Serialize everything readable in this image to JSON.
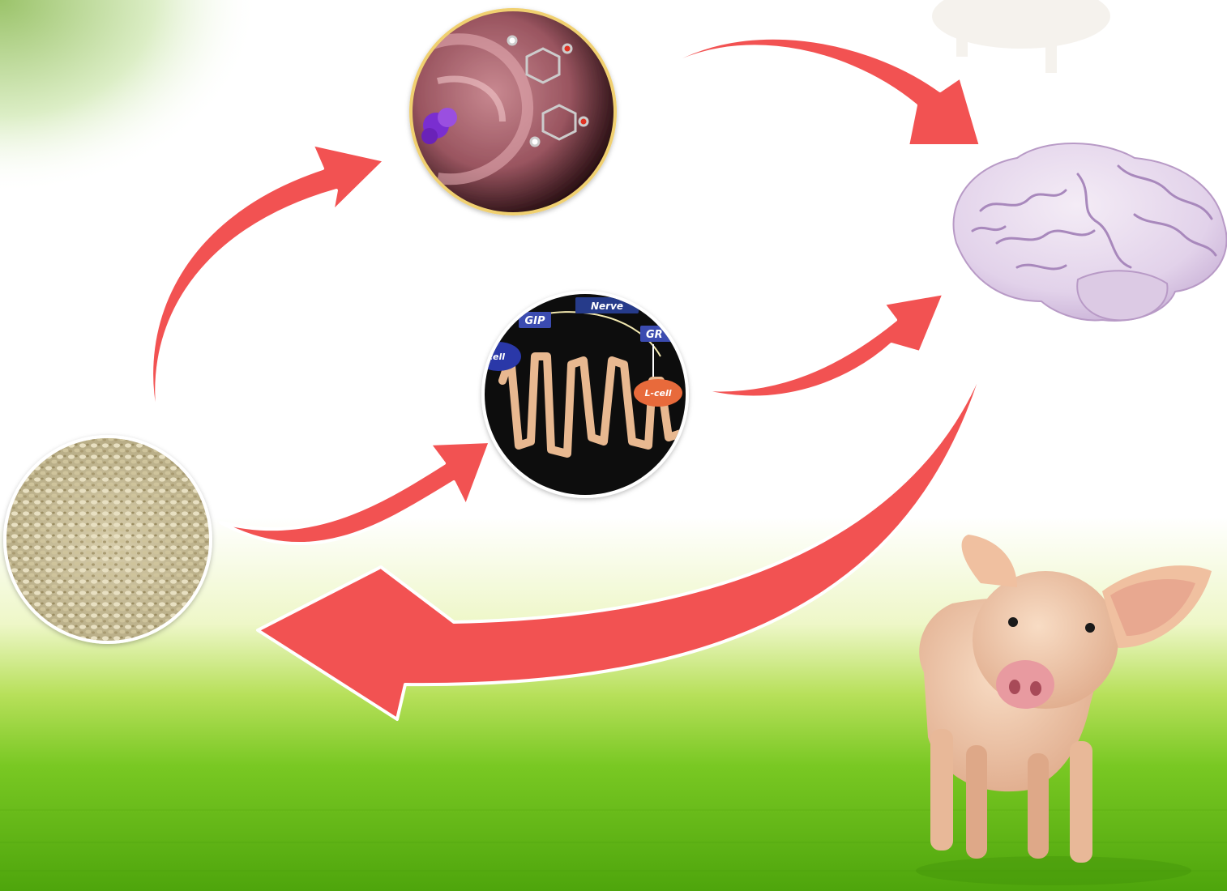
{
  "diagram": {
    "nodes": [
      {
        "id": "feed",
        "icon": "feed-pellets-image"
      },
      {
        "id": "mouth",
        "icon": "tongue-taste-molecules-image"
      },
      {
        "id": "gut",
        "icon": "intestinal-villi-image"
      },
      {
        "id": "brain",
        "icon": "brain-image"
      },
      {
        "id": "pig",
        "icon": "piglet-image"
      }
    ],
    "gut_labels": {
      "gip": "GIP",
      "nerve": "Nerve",
      "gr": "GR",
      "kcell": "-cell",
      "lcell": "L-cell"
    },
    "arrows": [
      {
        "from": "feed",
        "to": "mouth"
      },
      {
        "from": "feed",
        "to": "gut"
      },
      {
        "from": "mouth",
        "to": "brain"
      },
      {
        "from": "gut",
        "to": "brain"
      },
      {
        "from": "brain",
        "to": "feed"
      }
    ],
    "colors": {
      "arrow": "#f25252",
      "grass": "#6cc21c",
      "sky": "#ffffff",
      "brain": "#e6d6ec",
      "pig": "#f2c7a6"
    }
  }
}
